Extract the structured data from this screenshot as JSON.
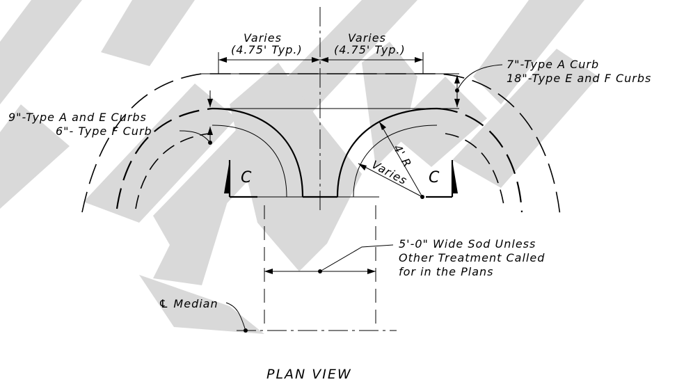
{
  "colors": {
    "line": "#000000",
    "watermark": "#d9d9d9",
    "background": "#ffffff"
  },
  "labels": {
    "top_left_varies": "Varies",
    "top_left_typ": "(4.75' Typ.)",
    "top_right_varies": "Varies",
    "top_right_typ": "(4.75' Typ.)",
    "curb_right_1": "7\"-Type A Curb",
    "curb_right_2": "18\"-Type E and F Curbs",
    "curb_left_1": "9\"-Type A and E Curbs",
    "curb_left_2": "6\"- Type F Curb",
    "radius": "4' R",
    "varies_diag": "Varies",
    "section_left": "C",
    "section_right": "C",
    "sod_1": "5'-0\" Wide Sod Unless",
    "sod_2": "Other Treatment Called",
    "sod_3": "for in the Plans",
    "median": "℄ Median",
    "title": "PLAN VIEW"
  }
}
